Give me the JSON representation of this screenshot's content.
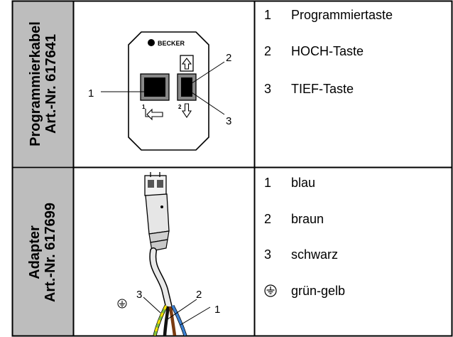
{
  "rows": [
    {
      "side_label": [
        "Programmierkabel",
        "Art.-Nr. 617641"
      ],
      "device": {
        "brand": "BECKER",
        "callouts": [
          "1",
          "2",
          "3"
        ],
        "button_marks": [
          "1",
          "2"
        ]
      },
      "legend": [
        {
          "num": "1",
          "text": "Programmiertaste"
        },
        {
          "num": "2",
          "text": "HOCH-Taste"
        },
        {
          "num": "3",
          "text": "TIEF-Taste"
        }
      ]
    },
    {
      "side_label": [
        "Adapter",
        "Art.-Nr. 617699"
      ],
      "device": {
        "callouts": [
          "3",
          "2",
          "1"
        ]
      },
      "legend": [
        {
          "num": "1",
          "text": "blau"
        },
        {
          "num": "2",
          "text": "braun"
        },
        {
          "num": "3",
          "text": "schwarz"
        },
        {
          "num": "",
          "text": "grün-gelb",
          "icon": "ground-symbol-icon"
        }
      ]
    }
  ],
  "colors": {
    "sidebar": "#bdbdbd",
    "grid": "#000000",
    "wire_blue": "#3b7fd0",
    "wire_brown": "#7a3b10",
    "wire_black": "#111111",
    "wire_green": "#7cc242",
    "wire_yellow": "#f2e000"
  }
}
